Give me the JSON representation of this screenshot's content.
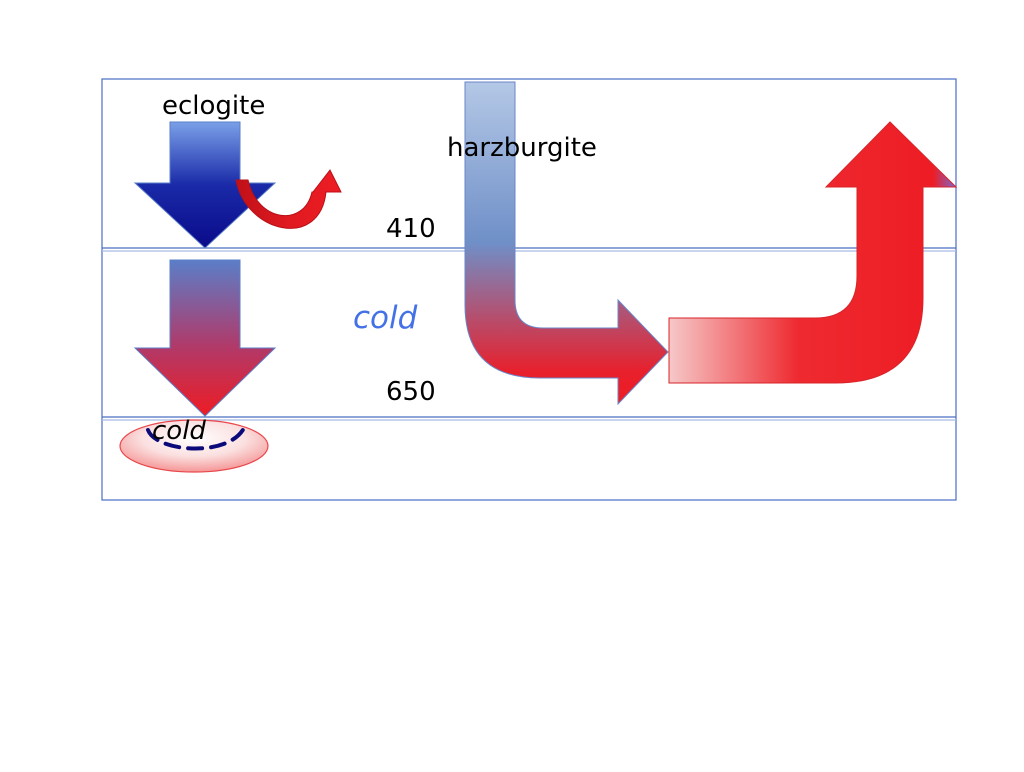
{
  "diagram": {
    "labels": {
      "eclogite": "eclogite",
      "harzburgite": "harzburgite",
      "d410": "410",
      "d650": "650",
      "cold_mid": "cold",
      "cold_bottom": "cold"
    },
    "colors": {
      "frame": "#4a6fc4",
      "hot_red": "#ee1c24",
      "cold_blue": "#00008b",
      "light_blue": "#9fb9e0",
      "cold_text": "#4472e6",
      "dash": "#0a0a7a"
    }
  }
}
